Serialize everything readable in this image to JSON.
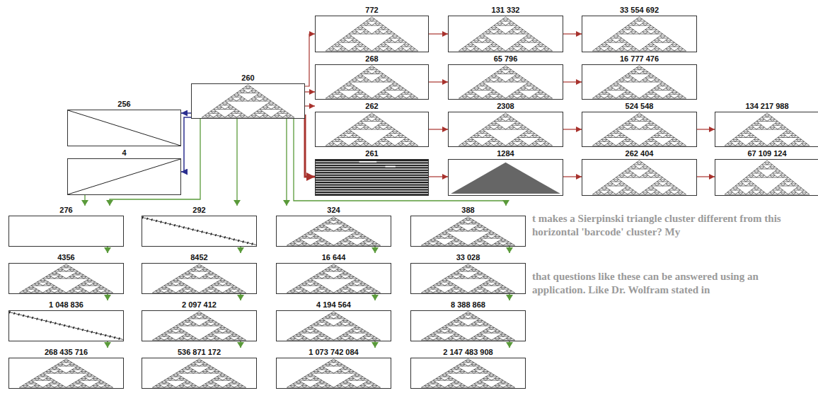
{
  "diagram": {
    "nodes": [
      {
        "text": [
          "772"
        ]
      },
      {
        "text": [
          "131 332"
        ]
      },
      {
        "text": [
          "33 554 692"
        ]
      },
      {
        "text": [
          "268"
        ]
      },
      {
        "text": [
          "65 796"
        ]
      },
      {
        "text": [
          "16 777 476"
        ]
      },
      {
        "text": [
          "260"
        ]
      },
      {
        "text": [
          "256"
        ]
      },
      {
        "text": [
          "262"
        ]
      },
      {
        "text": [
          "2308"
        ]
      },
      {
        "text": [
          "524 548"
        ]
      },
      {
        "text": [
          "134 217 988"
        ]
      },
      {
        "text": [
          "4"
        ]
      },
      {
        "text": [
          "261"
        ]
      },
      {
        "text": [
          "1284"
        ]
      },
      {
        "text": [
          "262 404"
        ]
      },
      {
        "text": [
          "67 109 124"
        ]
      },
      {
        "text": [
          "276"
        ]
      },
      {
        "text": [
          "292"
        ]
      },
      {
        "text": [
          "324"
        ]
      },
      {
        "text": [
          "388"
        ]
      },
      {
        "text": [
          "4356"
        ]
      },
      {
        "text": [
          "8452"
        ]
      },
      {
        "text": [
          "16 644"
        ]
      },
      {
        "text": [
          "33 028"
        ]
      },
      {
        "text": [
          "1 048 836"
        ]
      },
      {
        "text": [
          "2 097 412"
        ]
      },
      {
        "text": [
          "4 194 564"
        ]
      },
      {
        "text": [
          "8 388 868"
        ]
      },
      {
        "text": [
          "268 435 716"
        ]
      },
      {
        "text": [
          "536 871 172"
        ]
      },
      {
        "text": [
          "1 073 742 084"
        ]
      },
      {
        "text": [
          "2 147 483 908"
        ]
      }
    ],
    "edges": [
      {
        "from": 6,
        "to": 0,
        "arrow": "to"
      },
      {
        "from": 6,
        "to": 3,
        "arrow": "to"
      },
      {
        "from": 6,
        "to": 8,
        "arrow": "to"
      },
      {
        "from": 6,
        "to": 13,
        "arrow": "to"
      },
      {
        "from": 0,
        "to": 1,
        "arrow": "to"
      },
      {
        "from": 3,
        "to": 4,
        "arrow": "to"
      },
      {
        "from": 8,
        "to": 9,
        "arrow": "to"
      },
      {
        "from": 13,
        "to": 14,
        "arrow": "to"
      },
      {
        "from": 1,
        "to": 2,
        "arrow": "to"
      },
      {
        "from": 4,
        "to": 5,
        "arrow": "to"
      },
      {
        "from": 9,
        "to": 10,
        "arrow": "to"
      },
      {
        "from": 14,
        "to": 15,
        "arrow": "to"
      },
      {
        "from": 10,
        "to": 11,
        "arrow": "to"
      },
      {
        "from": 15,
        "to": 16,
        "arrow": "to"
      },
      {
        "from": 6,
        "to": 7,
        "arrow": "to"
      },
      {
        "from": 6,
        "to": 12,
        "arrow": "to"
      },
      {
        "from": 6,
        "to": 17,
        "arrow": "to"
      },
      {
        "from": 6,
        "to": 18,
        "arrow": "to"
      },
      {
        "from": 6,
        "to": 19,
        "arrow": "to"
      },
      {
        "from": 6,
        "to": 20,
        "arrow": "to"
      },
      {
        "from": 12,
        "to": 17,
        "arrow": "to"
      },
      {
        "from": 17,
        "to": 21,
        "arrow": "to"
      },
      {
        "from": 18,
        "to": 22,
        "arrow": "to"
      },
      {
        "from": 19,
        "to": 23,
        "arrow": "to"
      },
      {
        "from": 20,
        "to": 24,
        "arrow": "to"
      },
      {
        "from": 21,
        "to": 25,
        "arrow": "to"
      },
      {
        "from": 22,
        "to": 26,
        "arrow": "to"
      },
      {
        "from": 23,
        "to": 27,
        "arrow": "to"
      },
      {
        "from": 24,
        "to": 28,
        "arrow": "to"
      },
      {
        "from": 25,
        "to": 29,
        "arrow": "to"
      },
      {
        "from": 26,
        "to": 30,
        "arrow": "to"
      },
      {
        "from": 27,
        "to": 31,
        "arrow": "to"
      },
      {
        "from": 28,
        "to": 32,
        "arrow": "to"
      }
    ],
    "labels": [
      "t makes a Sierpinski triangle cluster different from this horizontal 'barcode' cluster? My",
      "that questions like these can be answered using an application. Like Dr. Wolfram stated in"
    ]
  }
}
